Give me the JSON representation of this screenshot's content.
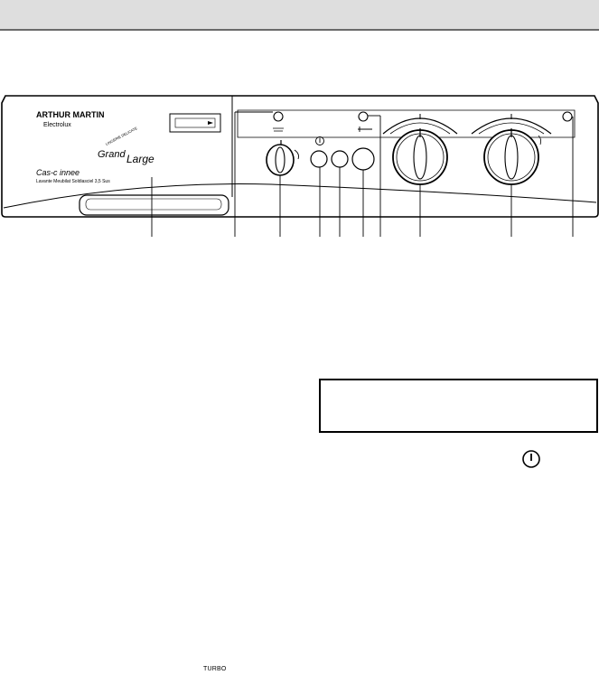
{
  "brand": {
    "name": "ARTHUR MARTIN",
    "sub": "Electrolux",
    "tag_small": "LINGERIE DELICATE",
    "tag_grand": "Grand",
    "tag_large": "Large",
    "model": "Cas-c innee",
    "description": "Lavante Meubilat Soldiasciel 3,5 Sus"
  },
  "labels": {
    "turbo": "TURBO"
  },
  "colors": {
    "header_bg": "#dedede",
    "header_border": "#6a6a6a",
    "line": "#000000"
  }
}
